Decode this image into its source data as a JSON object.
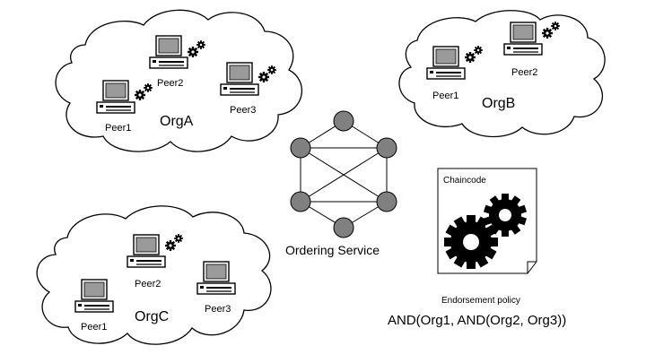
{
  "orgs": [
    {
      "name": "OrgA",
      "peers": [
        {
          "label": "Peer1",
          "gears": true
        },
        {
          "label": "Peer2",
          "gears": true
        },
        {
          "label": "Peer3",
          "gears": true
        }
      ]
    },
    {
      "name": "OrgB",
      "peers": [
        {
          "label": "Peer1",
          "gears": true
        },
        {
          "label": "Peer2",
          "gears": true
        }
      ]
    },
    {
      "name": "OrgC",
      "peers": [
        {
          "label": "Peer1",
          "gears": false
        },
        {
          "label": "Peer2",
          "gears": true
        },
        {
          "label": "Peer3",
          "gears": false
        }
      ]
    }
  ],
  "ordering_service": {
    "label": "Ordering Service",
    "node_count": 6,
    "node_color": "#808080"
  },
  "chaincode": {
    "title": "Chaincode",
    "icon": "gears-icon",
    "policy_title": "Endorsement policy",
    "policy_expression": "AND(Org1, AND(Org2, Org3))"
  },
  "colors": {
    "stroke": "#000000",
    "screen": "#9a9a9a",
    "node": "#808080"
  }
}
